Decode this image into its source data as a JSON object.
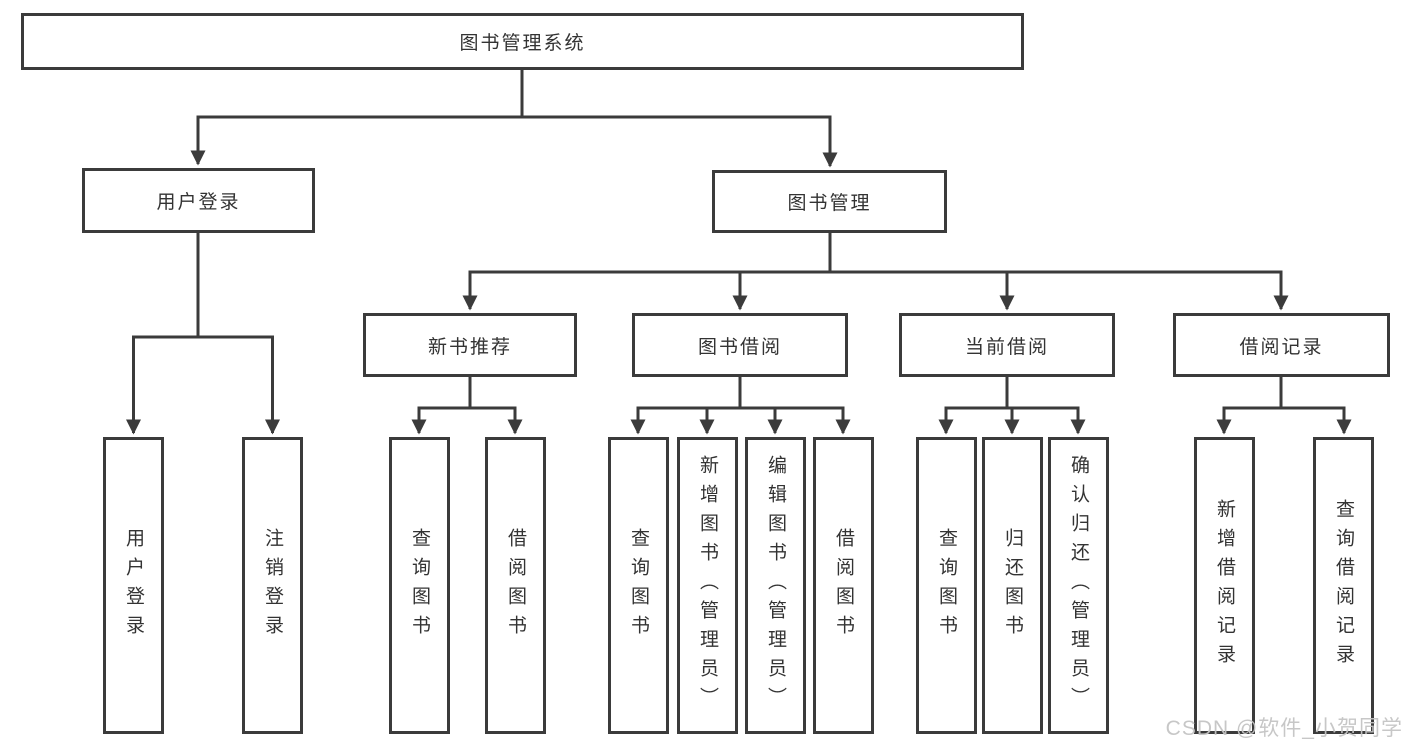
{
  "diagram": {
    "root": {
      "label": "图书管理系统"
    },
    "level2": [
      {
        "label": "用户登录"
      },
      {
        "label": "图书管理"
      }
    ],
    "level3": [
      {
        "label": "新书推荐"
      },
      {
        "label": "图书借阅"
      },
      {
        "label": "当前借阅"
      },
      {
        "label": "借阅记录"
      }
    ],
    "leaves": {
      "user_login": [
        {
          "label": "用户登录"
        },
        {
          "label": "注销登录"
        }
      ],
      "new_books": [
        {
          "label": "查询图书"
        },
        {
          "label": "借阅图书"
        }
      ],
      "book_borrow": [
        {
          "label": "查询图书"
        },
        {
          "label": "新增图书（管理员）"
        },
        {
          "label": "编辑图书（管理员）"
        },
        {
          "label": "借阅图书"
        }
      ],
      "current_borrow": [
        {
          "label": "查询图书"
        },
        {
          "label": "归还图书"
        },
        {
          "label": "确认归还（管理员）"
        }
      ],
      "borrow_records": [
        {
          "label": "新增借阅记录"
        },
        {
          "label": "查询借阅记录"
        }
      ]
    },
    "watermark": "CSDN @软件_小贺同学",
    "colors": {
      "line": "#3b3b3b",
      "text": "#333333",
      "watermark": "#c4c4c4",
      "background": "#ffffff"
    }
  }
}
